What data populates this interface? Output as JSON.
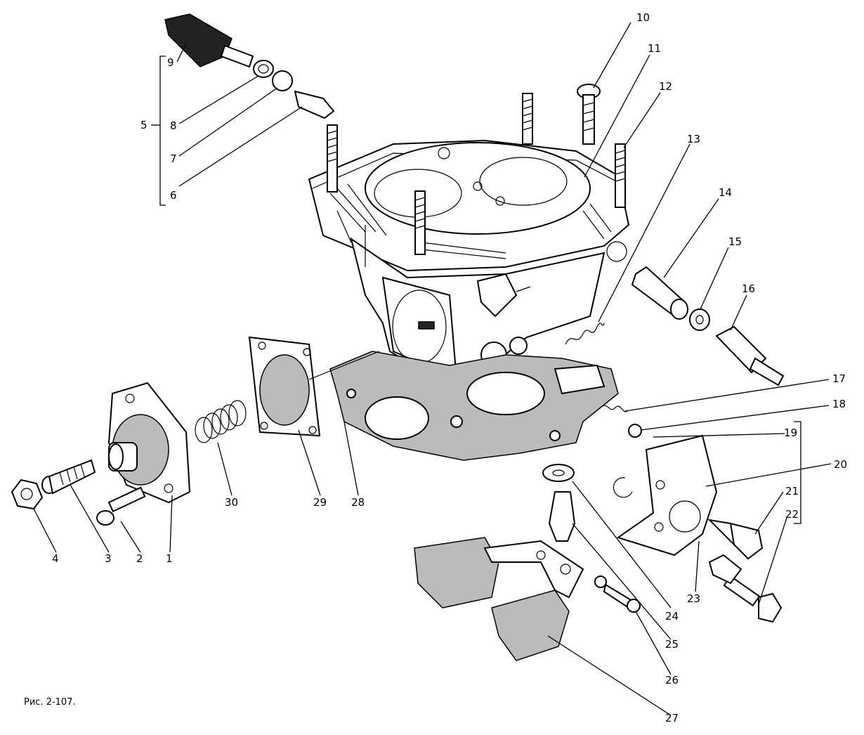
{
  "figure": {
    "caption": "Рис. 2-107."
  },
  "callouts": [
    {
      "id": "1",
      "text": "1"
    },
    {
      "id": "2",
      "text": "2"
    },
    {
      "id": "3",
      "text": "3"
    },
    {
      "id": "4",
      "text": "4"
    },
    {
      "id": "5",
      "text": "5"
    },
    {
      "id": "6",
      "text": "6"
    },
    {
      "id": "7",
      "text": "7"
    },
    {
      "id": "8",
      "text": "8"
    },
    {
      "id": "9",
      "text": "9"
    },
    {
      "id": "10",
      "text": "10"
    },
    {
      "id": "11",
      "text": "11"
    },
    {
      "id": "12",
      "text": "12"
    },
    {
      "id": "13",
      "text": "13"
    },
    {
      "id": "14",
      "text": "14"
    },
    {
      "id": "15",
      "text": "15"
    },
    {
      "id": "16",
      "text": "16"
    },
    {
      "id": "17",
      "text": "17"
    },
    {
      "id": "18",
      "text": "18"
    },
    {
      "id": "19",
      "text": "19"
    },
    {
      "id": "20",
      "text": "20"
    },
    {
      "id": "21",
      "text": "21"
    },
    {
      "id": "22",
      "text": "22"
    },
    {
      "id": "23",
      "text": "23"
    },
    {
      "id": "24",
      "text": "24"
    },
    {
      "id": "25",
      "text": "25"
    },
    {
      "id": "26",
      "text": "26"
    },
    {
      "id": "27",
      "text": "27"
    },
    {
      "id": "28",
      "text": "28"
    },
    {
      "id": "29",
      "text": "29"
    },
    {
      "id": "30",
      "text": "30"
    }
  ]
}
